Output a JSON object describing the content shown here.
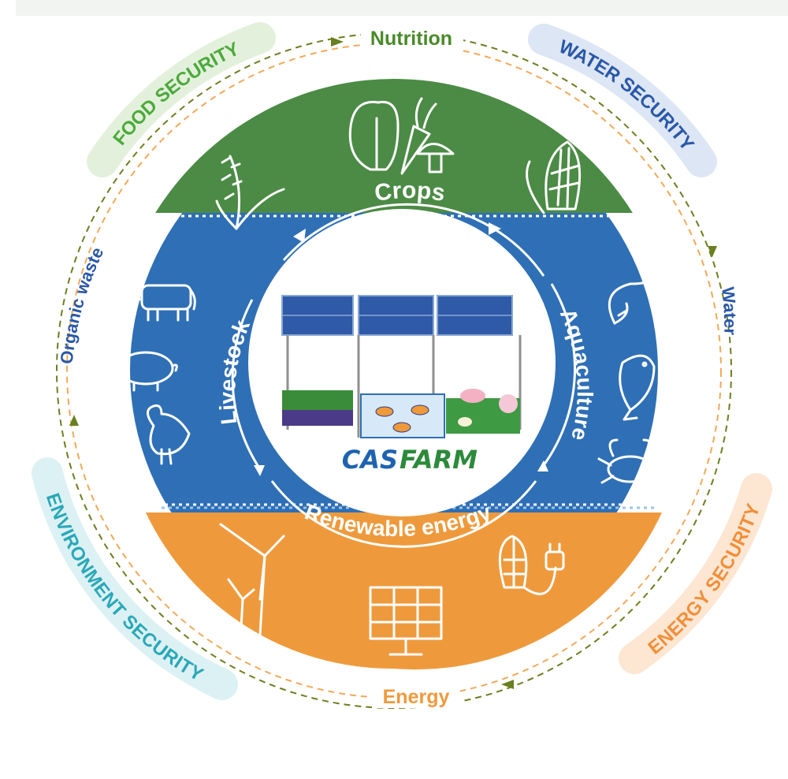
{
  "outer_labels": {
    "nutrition": "Nutrition",
    "water": "Water",
    "energy": "Energy",
    "organic_waste": "Organic waste"
  },
  "security_badges": {
    "food": "FOOD SECURITY",
    "water": "WATER SECURITY",
    "energy": "ENERGY SECURITY",
    "environment": "ENVIRONMENT SECURITY"
  },
  "segments": {
    "crops": "Crops",
    "livestock": "Livestock",
    "aquaculture": "Aquaculture",
    "renewable": "Renewable energy"
  },
  "logo": {
    "part1": "CAS",
    "part2": "FARM"
  },
  "icons": {
    "crops": [
      "rice-plant-icon",
      "cabbage-icon",
      "carrot-icon",
      "mushroom-icon",
      "corn-icon"
    ],
    "livestock": [
      "cow-icon",
      "pig-icon",
      "chicken-icon"
    ],
    "aquaculture": [
      "shrimp-icon",
      "fish-icon",
      "crab-icon"
    ],
    "energy": [
      "wind-turbine-icon",
      "solar-panel-icon",
      "corn-plug-icon"
    ]
  },
  "colors": {
    "green": "#4b8b45",
    "blue": "#2f6fb5",
    "orange": "#ee9a3c",
    "olive": "#6a7f1f",
    "food_text": "#4caa3c",
    "food_bg": "#e3f1dc",
    "water_text": "#2a58a8",
    "water_bg": "#dce6f4",
    "energy_text": "#f08f3a",
    "energy_bg": "#fde6d2",
    "env_text": "#2aa8b8",
    "env_bg": "#dcf1f4",
    "logo_blue": "#1e63b0",
    "logo_green": "#2c8a3a"
  }
}
